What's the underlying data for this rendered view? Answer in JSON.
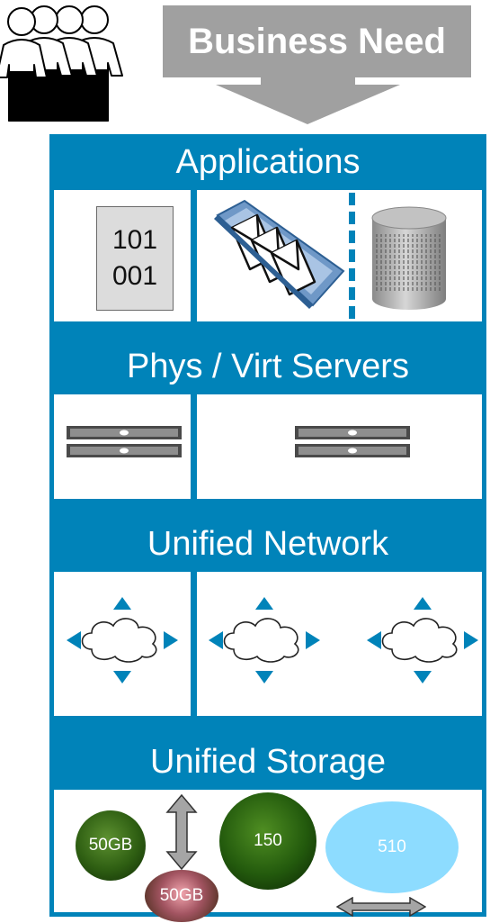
{
  "colors": {
    "accent": "#0083b9",
    "arrow_gray": "#a0a0a0",
    "panel_bg": "#ffffff"
  },
  "header": {
    "title": "Business Need",
    "people_icon": "people-group-icon",
    "arrow_icon": "down-arrow-icon"
  },
  "layers": [
    {
      "title": "Applications",
      "icons": [
        "binary-document-icon",
        "mail-tray-icon",
        "database-icon"
      ]
    },
    {
      "title": "Phys / Virt Servers",
      "icons": [
        "server-icon",
        "server-icon"
      ]
    },
    {
      "title": "Unified Network",
      "icons": [
        "network-cloud-icon",
        "network-cloud-icon",
        "network-cloud-icon"
      ]
    },
    {
      "title": "Unified Storage",
      "icons": [
        "vertical-arrow-icon",
        "horizontal-arrow-icon"
      ]
    }
  ],
  "applications": {
    "binary_text": [
      "101",
      "001"
    ]
  },
  "storage": {
    "volumes": [
      {
        "label": "50GB",
        "color": "#2e5e12"
      },
      {
        "label": "50GB",
        "color": "#a25461"
      },
      {
        "label": "150",
        "color": "#235a0d"
      },
      {
        "label": "510",
        "color": "#8ddcff"
      }
    ]
  }
}
